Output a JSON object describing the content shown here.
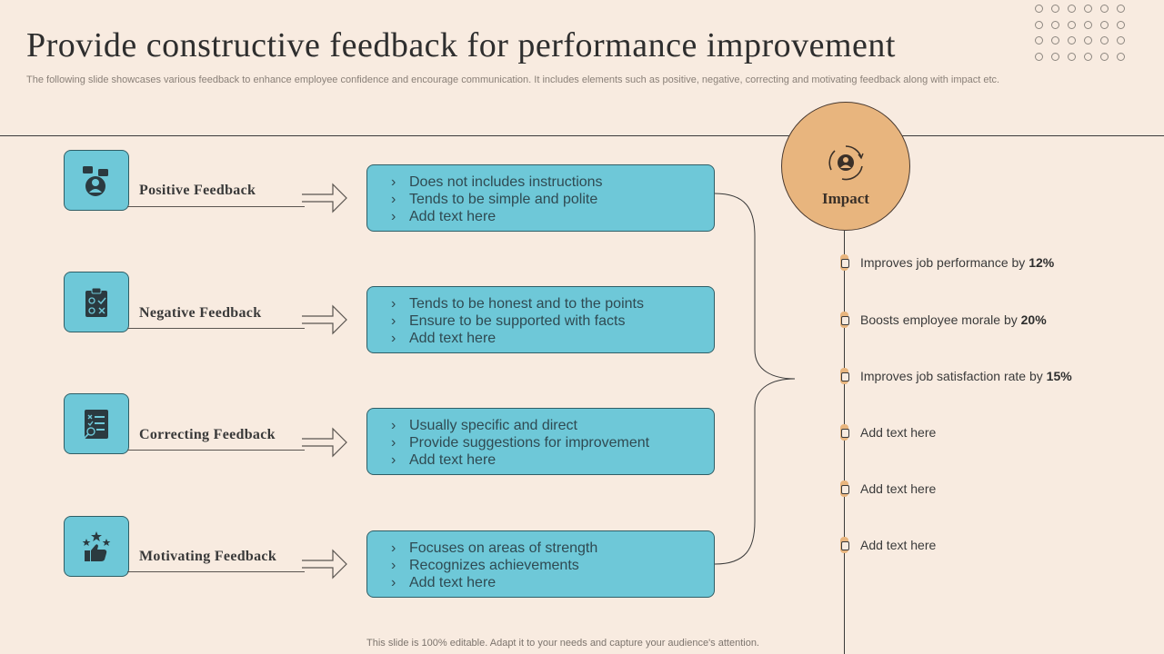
{
  "header": {
    "title": "Provide constructive feedback for performance improvement",
    "subtitle": "The following slide showcases various feedback to enhance employee confidence and encourage communication. It includes elements such as positive, negative, correcting and motivating feedback along with impact etc."
  },
  "feedback_rows": [
    {
      "label": "Positive Feedback",
      "icon": "person-chat-icon",
      "points": [
        "Does not includes instructions",
        "Tends to be simple and polite",
        "Add text here"
      ]
    },
    {
      "label": "Negative Feedback",
      "icon": "clipboard-checklist-icon",
      "points": [
        "Tends to be honest and to the points",
        "Ensure to be supported with facts",
        "Add text here"
      ]
    },
    {
      "label": "Correcting Feedback",
      "icon": "checklist-magnifier-icon",
      "points": [
        "Usually  specific and direct",
        "Provide suggestions for improvement",
        "Add text here"
      ]
    },
    {
      "label": "Motivating Feedback",
      "icon": "thumbs-up-stars-icon",
      "points": [
        "Focuses on areas of strength",
        "Recognizes achievements",
        "Add text here"
      ]
    }
  ],
  "impact": {
    "label": "Impact",
    "icon": "people-cycle-icon",
    "items": [
      {
        "text": "Improves job performance by ",
        "value": "12%"
      },
      {
        "text": "Boosts employee morale by ",
        "value": "20%"
      },
      {
        "text": "Improves job satisfaction rate by ",
        "value": "15%"
      },
      {
        "text": "Add text here",
        "value": ""
      },
      {
        "text": "Add text here",
        "value": ""
      },
      {
        "text": "Add text here",
        "value": ""
      }
    ]
  },
  "footer": "This slide is 100% editable. Adapt it to your needs and capture your audience's attention.",
  "colors": {
    "background": "#f8ebe0",
    "box": "#6ec8d8",
    "accent": "#e8b57e",
    "text": "#3a3a3a"
  }
}
